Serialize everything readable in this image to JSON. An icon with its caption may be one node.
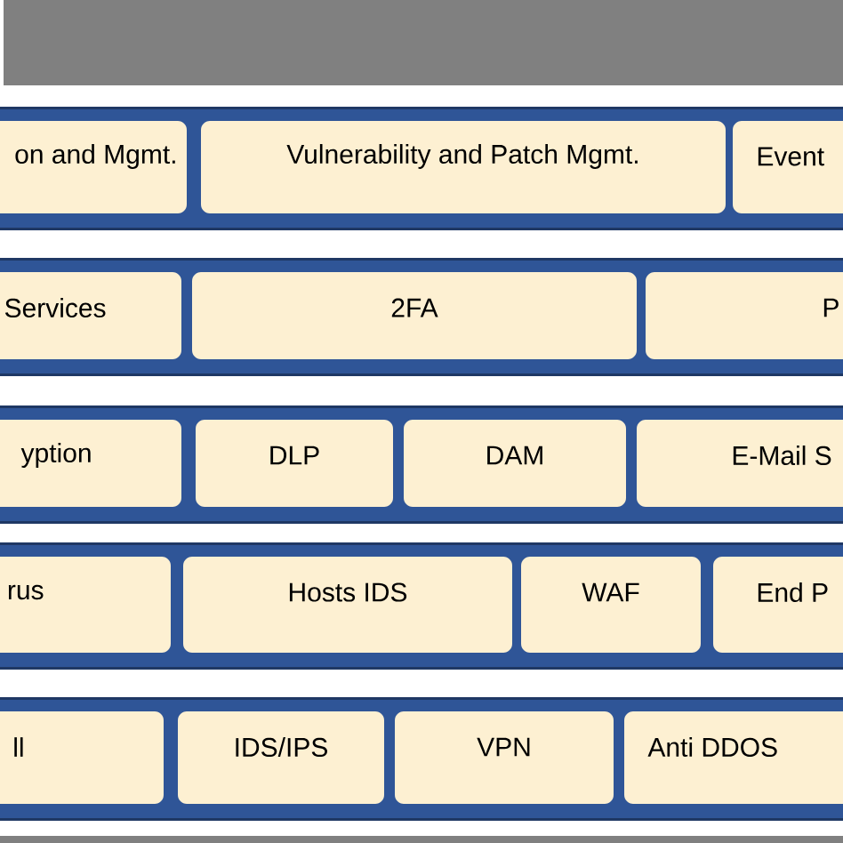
{
  "diagram": {
    "nodes": [
      {
        "text": [],
        "shape": "bar"
      },
      {
        "text": [
          "on and Mgmt."
        ],
        "in": 0
      },
      {
        "text": [
          "Vulnerability and Patch Mgmt."
        ],
        "in": 0
      },
      {
        "text": [
          "Event"
        ],
        "in": 0
      },
      {
        "text": [],
        "shape": "bar"
      },
      {
        "text": [
          "Services"
        ],
        "in": 4
      },
      {
        "text": [
          "2FA"
        ],
        "in": 4
      },
      {
        "text": [
          "P"
        ],
        "in": 4
      },
      {
        "text": [],
        "shape": "bar"
      },
      {
        "text": [
          "yption"
        ],
        "in": 8
      },
      {
        "text": [
          "DLP"
        ],
        "in": 8
      },
      {
        "text": [
          "DAM"
        ],
        "in": 8
      },
      {
        "text": [
          "E-Mail S"
        ],
        "in": 8
      },
      {
        "text": [],
        "shape": "bar"
      },
      {
        "text": [
          "rus"
        ],
        "in": 13
      },
      {
        "text": [
          "Hosts IDS"
        ],
        "in": 13
      },
      {
        "text": [
          "WAF"
        ],
        "in": 13
      },
      {
        "text": [
          "End P"
        ],
        "in": 13
      },
      {
        "text": [],
        "shape": "bar"
      },
      {
        "text": [
          "ll"
        ],
        "in": 18
      },
      {
        "text": [
          "IDS/IPS"
        ],
        "in": 18
      },
      {
        "text": [
          "VPN"
        ],
        "in": 18
      },
      {
        "text": [
          "Anti DDOS"
        ],
        "in": 18
      }
    ]
  }
}
